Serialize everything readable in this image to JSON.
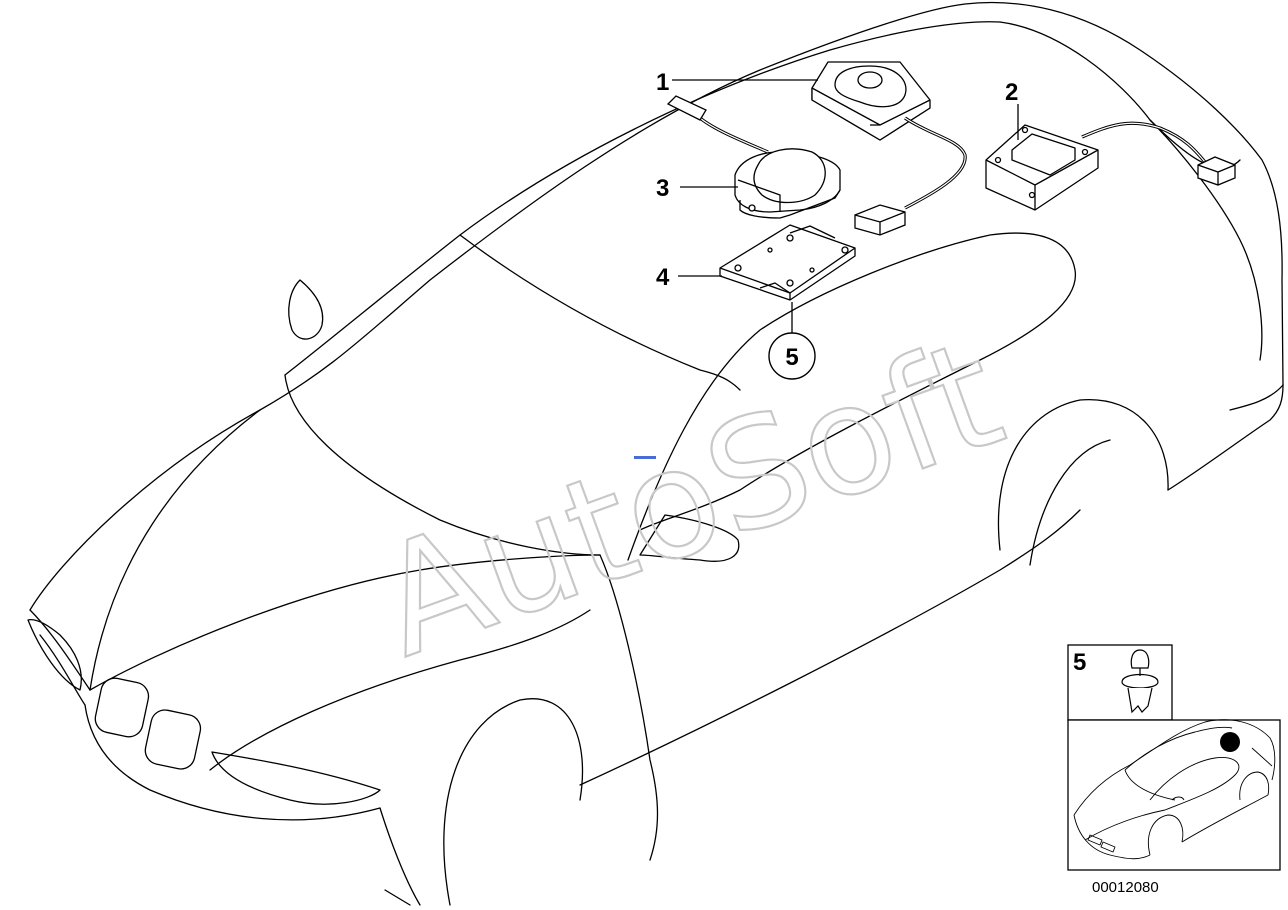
{
  "diagram": {
    "callouts": [
      "1",
      "2",
      "3",
      "4",
      "5"
    ],
    "inset_callout": "5",
    "watermark": "AutoSoft",
    "drawing_number": "00012080"
  },
  "colors": {
    "line": "#000000",
    "car_outline": "#000000",
    "watermark": "#c8c8c8",
    "accent_mark": "#4a6cd8",
    "location_dot": "#000000"
  }
}
